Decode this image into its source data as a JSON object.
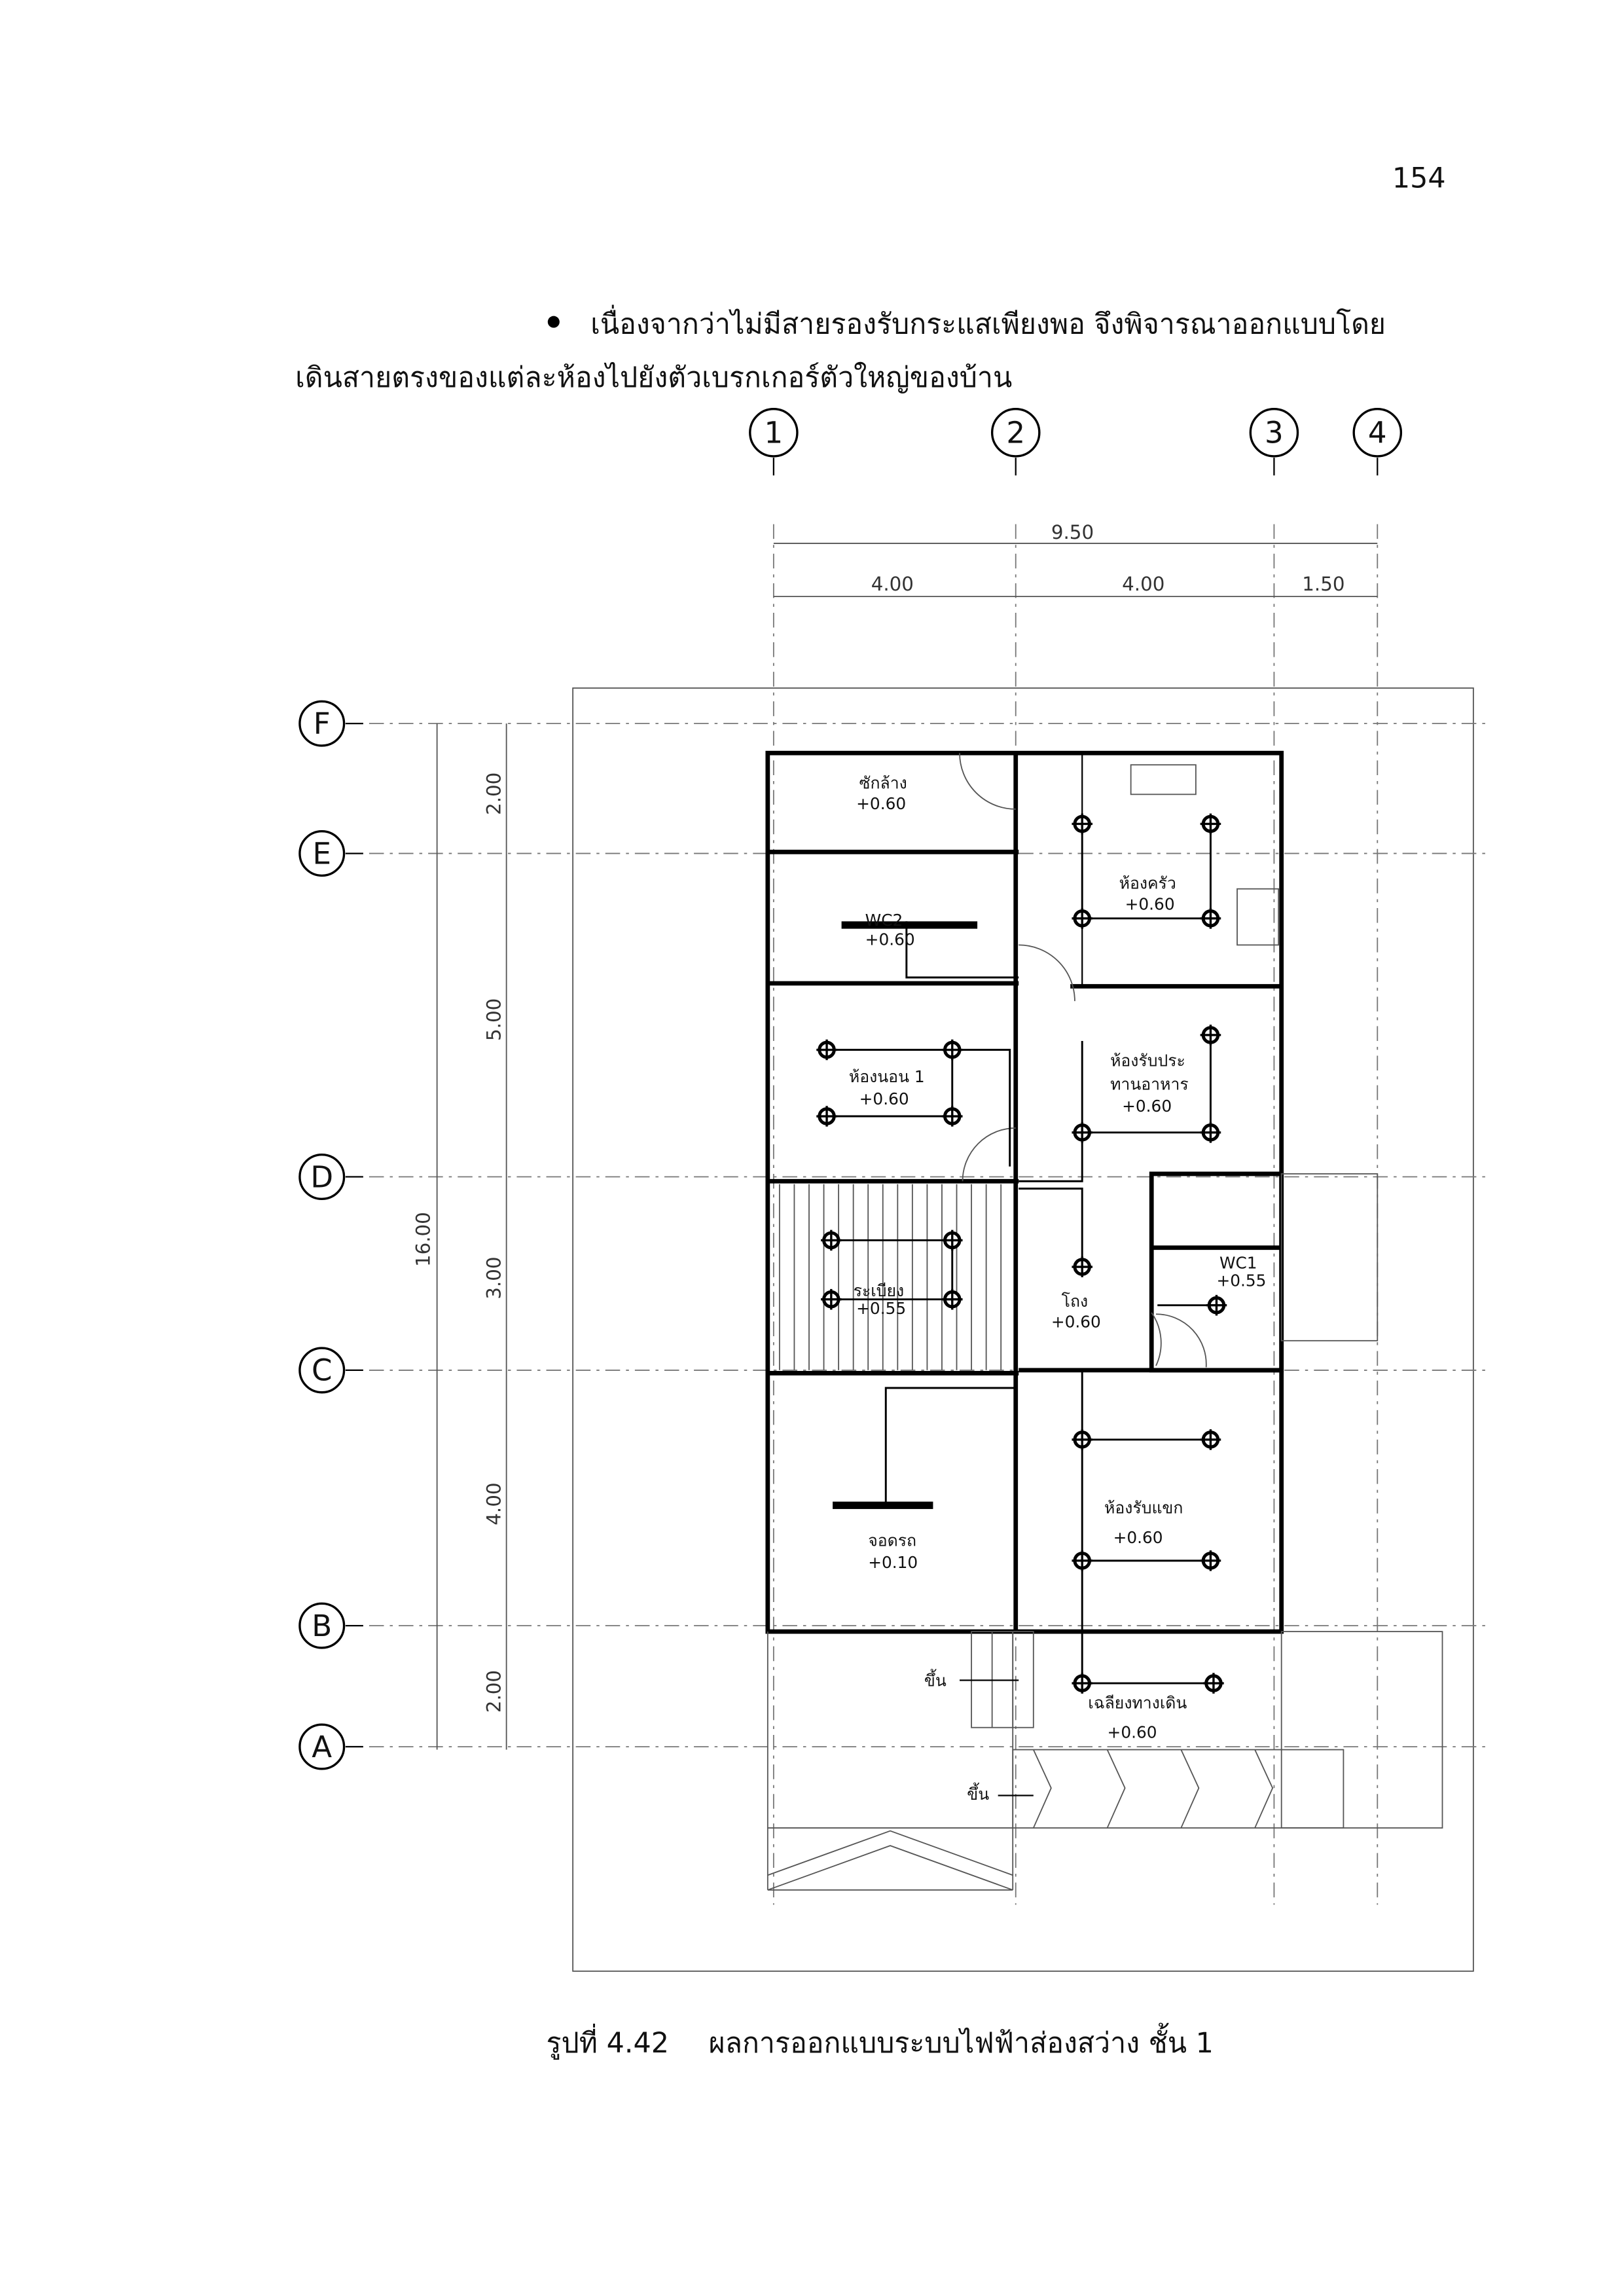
{
  "page_number": "154",
  "paragraph": {
    "line1": "เนื่องจากว่าไม่มีสายรองรับกระแสเพียงพอ จึงพิจารณาออกแบบโดย",
    "line2": "เดินสายตรงของแต่ละห้องไปยังตัวเบรกเกอร์ตัวใหญ่ของบ้าน"
  },
  "plan": {
    "grid_columns": [
      "1",
      "2",
      "3",
      "4"
    ],
    "grid_rows": [
      "F",
      "E",
      "D",
      "C",
      "B",
      "A"
    ],
    "dims_horizontal": {
      "total": "9.50",
      "segments": [
        "4.00",
        "4.00",
        "1.50"
      ]
    },
    "dims_vertical": {
      "total": "16.00",
      "segments": [
        "2.00",
        "5.00",
        "3.00",
        "4.00",
        "2.00"
      ]
    },
    "rooms": {
      "laundry": {
        "name": "ซักล้าง",
        "level": "+0.60"
      },
      "wc2": {
        "name": "WC2",
        "level": "+0.60"
      },
      "kitchen": {
        "name": "ห้องครัว",
        "level": "+0.60"
      },
      "bedroom1": {
        "name": "ห้องนอน 1",
        "level": "+0.60"
      },
      "dining": {
        "name1": "ห้องรับประ",
        "name2": "ทานอาหาร",
        "level": "+0.60"
      },
      "veranda": {
        "name": "ระเบียง",
        "level": "+0.55"
      },
      "hall": {
        "name": "โถง",
        "level": "+0.60"
      },
      "wc1": {
        "name": "WC1",
        "level": "+0.55"
      },
      "garage": {
        "name": "จอดรถ",
        "level": "+0.10"
      },
      "living": {
        "name": "ห้องรับแขก",
        "level": "+0.60"
      },
      "porch": {
        "name": "เฉลียงทางเดิน",
        "level": "+0.60"
      }
    },
    "up_label_1": "ขึ้น",
    "up_label_2": "ขึ้น"
  },
  "caption": {
    "number": "รูปที่ 4.42",
    "text": "ผลการออกแบบระบบไฟฟ้าส่องสว่าง ชั้น 1"
  }
}
